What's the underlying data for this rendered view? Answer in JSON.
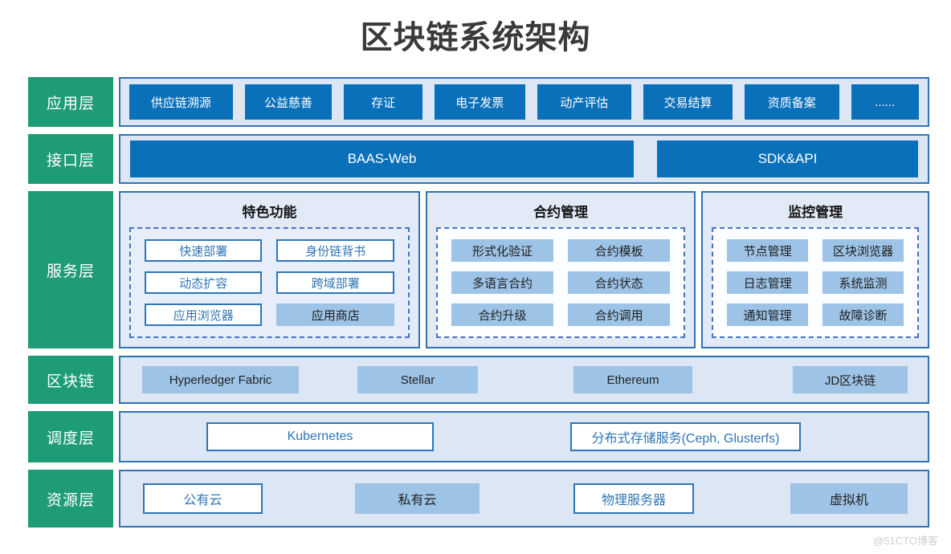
{
  "title": "区块链系统架构",
  "watermark": "@51CTO博客",
  "colors": {
    "layer_label_green": "#1e9c78",
    "primary_blue": "#0b70ba",
    "filled_item_blue": "#9dc3e6",
    "outline_blue": "#2e75b6",
    "panel_background": "#dce6f4",
    "dashed_border_blue": "#4472c4"
  },
  "layers": {
    "application": {
      "label": "应用层",
      "items": [
        "供应链溯源",
        "公益慈善",
        "存证",
        "电子发票",
        "动产评估",
        "交易结算",
        "资质备案",
        "......"
      ]
    },
    "interface": {
      "label": "接口层",
      "items": [
        "BAAS-Web",
        "SDK&API"
      ]
    },
    "service": {
      "label": "服务层",
      "groups": [
        {
          "title": "特色功能",
          "items": [
            {
              "label": "快速部署",
              "style": "outline"
            },
            {
              "label": "身份链背书",
              "style": "outline"
            },
            {
              "label": "动态扩容",
              "style": "outline"
            },
            {
              "label": "跨域部署",
              "style": "outline"
            },
            {
              "label": "应用浏览器",
              "style": "outline"
            },
            {
              "label": "应用商店",
              "style": "filled"
            }
          ]
        },
        {
          "title": "合约管理",
          "items": [
            {
              "label": "形式化验证",
              "style": "filled"
            },
            {
              "label": "合约模板",
              "style": "filled"
            },
            {
              "label": "多语言合约",
              "style": "filled"
            },
            {
              "label": "合约状态",
              "style": "filled"
            },
            {
              "label": "合约升级",
              "style": "filled"
            },
            {
              "label": "合约调用",
              "style": "filled"
            }
          ]
        },
        {
          "title": "监控管理",
          "items": [
            {
              "label": "节点管理",
              "style": "filled"
            },
            {
              "label": "区块浏览器",
              "style": "filled"
            },
            {
              "label": "日志管理",
              "style": "filled"
            },
            {
              "label": "系统监测",
              "style": "filled"
            },
            {
              "label": "通知管理",
              "style": "filled"
            },
            {
              "label": "故障诊断",
              "style": "filled"
            }
          ]
        }
      ]
    },
    "blockchain": {
      "label": "区块链",
      "items": [
        "Hyperledger Fabric",
        "Stellar",
        "Ethereum",
        "JD区块链"
      ]
    },
    "scheduling": {
      "label": "调度层",
      "items": [
        "Kubernetes",
        "分布式存储服务(Ceph, Glusterfs)"
      ]
    },
    "resource": {
      "label": "资源层",
      "items": [
        {
          "label": "公有云",
          "style": "outline"
        },
        {
          "label": "私有云",
          "style": "filled"
        },
        {
          "label": "物理服务器",
          "style": "outline"
        },
        {
          "label": "虚拟机",
          "style": "filled"
        }
      ]
    }
  }
}
